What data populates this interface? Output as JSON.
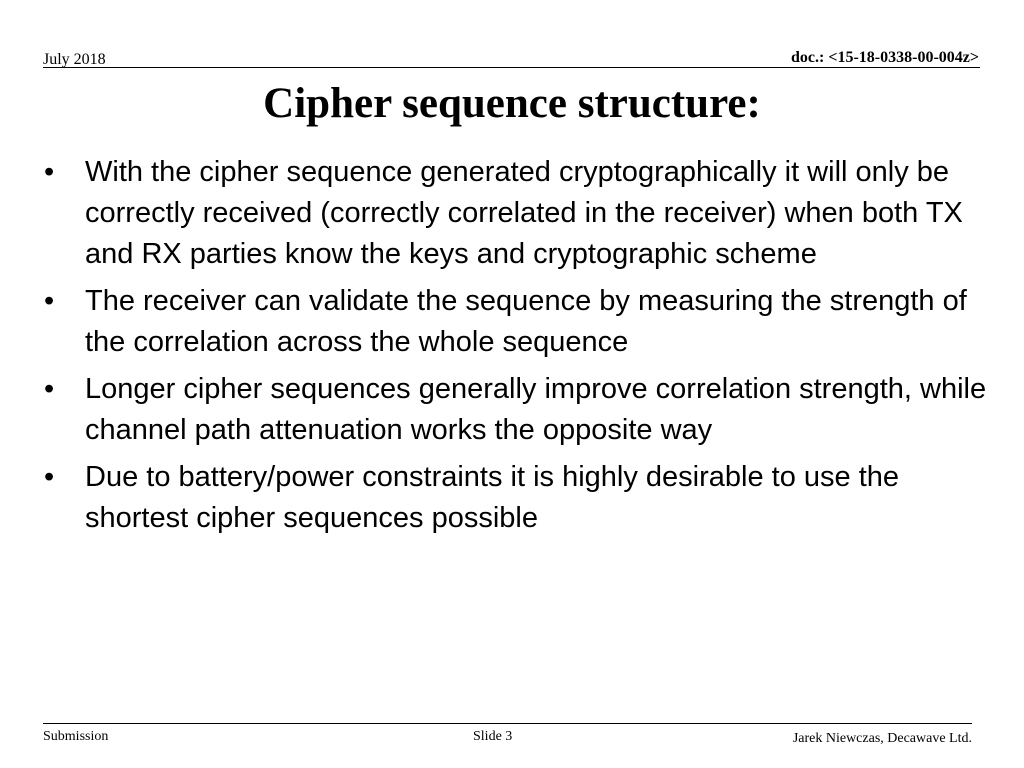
{
  "header": {
    "date": "July 2018",
    "doc_id": "doc.: <15-18-0338-00-004z>"
  },
  "title": "Cipher sequence structure:",
  "bullets": [
    "With the cipher sequence generated cryptographically it will only be correctly received (correctly correlated in the receiver) when both TX and RX parties know the keys and cryptographic scheme",
    "The receiver can validate the sequence by measuring the strength of the correlation across the whole sequence",
    "Longer cipher sequences generally improve correlation strength, while channel path attenuation works the opposite way",
    "Due to battery/power constraints it is highly desirable to use the shortest cipher sequences possible"
  ],
  "bullet_symbol": "•",
  "footer": {
    "left": "Submission",
    "center": "Slide 3",
    "right": "Jarek Niewczas,  Decawave Ltd."
  }
}
